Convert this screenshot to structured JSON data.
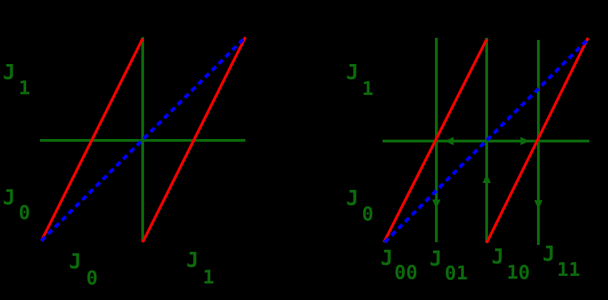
{
  "colors": {
    "background": "#000000",
    "axis_green": "#0b6b0b",
    "curve_red": "#ff0000",
    "diagonal_blue": "#0000ff",
    "label_green": "#0b6b0b"
  },
  "left_panel": {
    "y_labels": [
      {
        "base": "J",
        "sub": "1"
      },
      {
        "base": "J",
        "sub": "0"
      }
    ],
    "x_labels": [
      {
        "base": "J",
        "sub": "0"
      },
      {
        "base": "J",
        "sub": "1"
      }
    ]
  },
  "right_panel": {
    "y_labels": [
      {
        "base": "J",
        "sub": "1"
      },
      {
        "base": "J",
        "sub": "0"
      }
    ],
    "x_labels": [
      {
        "base": "J",
        "sub": "00"
      },
      {
        "base": "J",
        "sub": "01"
      },
      {
        "base": "J",
        "sub": "10"
      },
      {
        "base": "J",
        "sub": "11"
      }
    ]
  }
}
